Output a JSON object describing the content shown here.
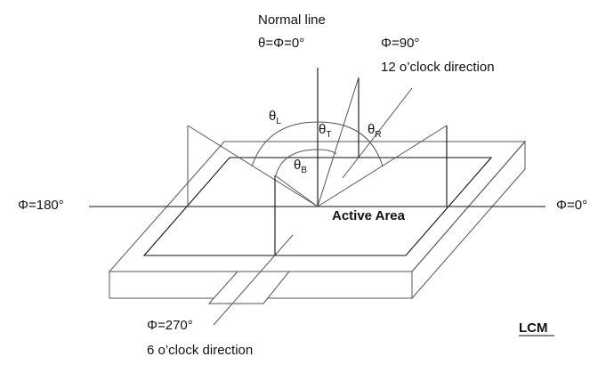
{
  "labels": {
    "normal_line": "Normal line",
    "theta_phi_zero": "θ=Φ=0°",
    "phi_90": "Φ=90°",
    "twelve_oclock": "12 o’clock direction",
    "phi_180": "Φ=180°",
    "phi_0": "Φ=0°",
    "phi_270": "Φ=270°",
    "six_oclock": "6 o’clock direction",
    "active_area": "Active Area",
    "lcm": "LCM",
    "theta": "θ",
    "sub_L": "L",
    "sub_T": "T",
    "sub_R": "R",
    "sub_B": "B"
  }
}
